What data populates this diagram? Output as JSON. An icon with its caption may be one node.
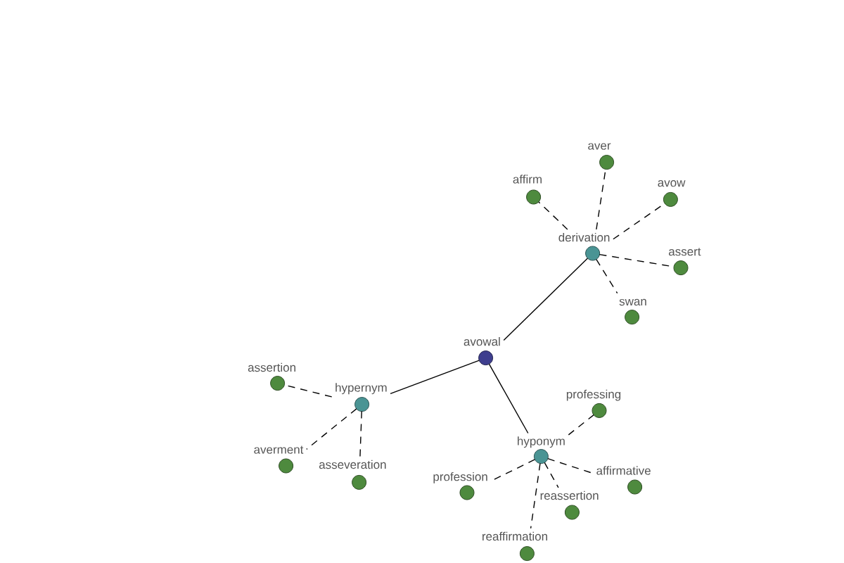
{
  "diagram": {
    "nodes": [
      {
        "text": [
          "aver"
        ]
      },
      {
        "text": [
          "affirm"
        ]
      },
      {
        "text": [
          "avow"
        ]
      },
      {
        "text": [
          "derivation"
        ]
      },
      {
        "text": [
          "assert"
        ]
      },
      {
        "text": [
          "swan"
        ]
      },
      {
        "text": [
          "avowal"
        ]
      },
      {
        "text": [
          "assertion"
        ]
      },
      {
        "text": [
          "hypernym"
        ]
      },
      {
        "text": [
          "professing"
        ]
      },
      {
        "text": [
          "hyponym"
        ]
      },
      {
        "text": [
          "averment"
        ]
      },
      {
        "text": [
          "asseveration"
        ]
      },
      {
        "text": [
          "affirmative"
        ]
      },
      {
        "text": [
          "profession"
        ]
      },
      {
        "text": [
          "reassertion"
        ]
      },
      {
        "text": [
          "reaffirmation"
        ]
      }
    ],
    "edges": [
      {
        "from": 6,
        "to": 3,
        "arrow": "none"
      },
      {
        "from": 6,
        "to": 8,
        "arrow": "none"
      },
      {
        "from": 6,
        "to": 10,
        "arrow": "none"
      },
      {
        "from": 3,
        "to": 0,
        "arrow": "none",
        "style": "dashed"
      },
      {
        "from": 3,
        "to": 1,
        "arrow": "none",
        "style": "dashed"
      },
      {
        "from": 3,
        "to": 2,
        "arrow": "none",
        "style": "dashed"
      },
      {
        "from": 3,
        "to": 4,
        "arrow": "none",
        "style": "dashed"
      },
      {
        "from": 3,
        "to": 5,
        "arrow": "none",
        "style": "dashed"
      },
      {
        "from": 8,
        "to": 7,
        "arrow": "none",
        "style": "dashed"
      },
      {
        "from": 8,
        "to": 11,
        "arrow": "none",
        "style": "dashed"
      },
      {
        "from": 8,
        "to": 12,
        "arrow": "none",
        "style": "dashed"
      },
      {
        "from": 10,
        "to": 9,
        "arrow": "none",
        "style": "dashed"
      },
      {
        "from": 10,
        "to": 14,
        "arrow": "none",
        "style": "dashed"
      },
      {
        "from": 10,
        "to": 13,
        "arrow": "none",
        "style": "dashed"
      },
      {
        "from": 10,
        "to": 15,
        "arrow": "none",
        "style": "dashed"
      },
      {
        "from": 10,
        "to": 16,
        "arrow": "none",
        "style": "dashed"
      }
    ]
  }
}
